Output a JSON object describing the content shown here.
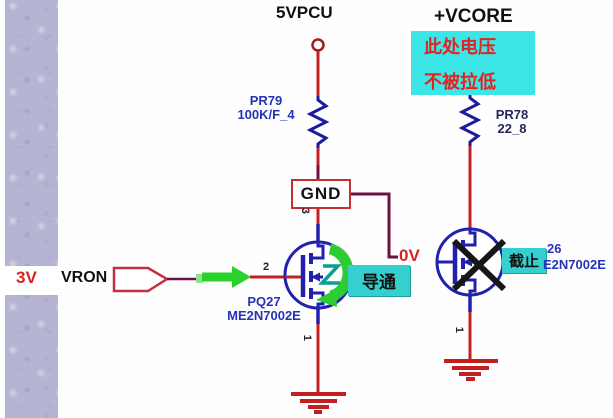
{
  "colors": {
    "wire_red": "#c22020",
    "wire_maroon": "#6d1140",
    "component_blue": "#2121ad",
    "label_blue": "#2433b8",
    "state_cyan": "#35cfcf",
    "note_cyan": "#3ce6e6",
    "red_text": "#d42525",
    "green_arrow": "#2bd12b",
    "strip_lavender": "#b5b5d3"
  },
  "rails": {
    "left": "5VPCU",
    "right": "+VCORE"
  },
  "resistors": {
    "left": {
      "ref": "PR79",
      "value": "100K/F_4"
    },
    "right": {
      "ref": "PR78",
      "value": "22_8"
    }
  },
  "transistors": {
    "left": {
      "ref": "PQ27",
      "part": "ME2N7002E"
    },
    "right": {
      "ref_visible": "26",
      "part_visible": "E2N7002E"
    }
  },
  "annotations": {
    "note_line1": "此处电压",
    "note_line2": "不被拉低",
    "on_state": "导通",
    "off_state": "截止",
    "zero_volt": "0V",
    "three_volt": "3V",
    "gnd": "GND",
    "vron": "VRON"
  },
  "pins": {
    "left_gate": "2",
    "left_drain": "3",
    "left_source": "1",
    "right_source": "1"
  }
}
